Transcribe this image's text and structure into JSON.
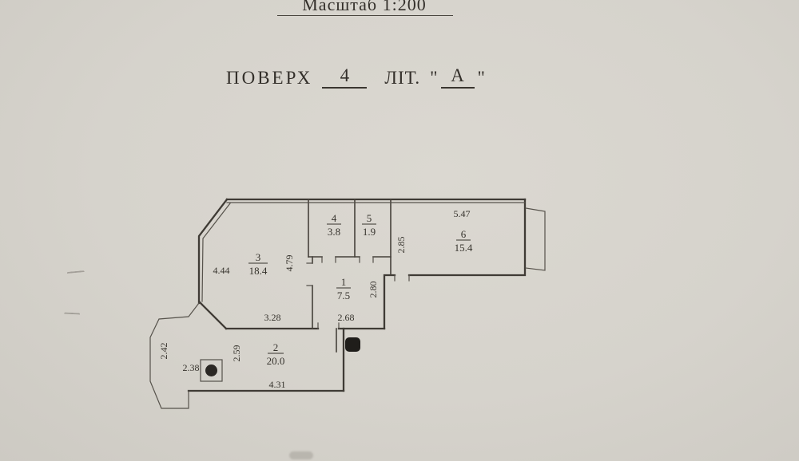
{
  "document": {
    "scale_line": "Масштаб 1:200",
    "floor_label": "ПОВЕРХ",
    "floor_number": "4",
    "letter_label": "ЛІТ.",
    "quote_open": "\"",
    "letter_value": "А",
    "quote_close": "\""
  },
  "plan": {
    "rooms": [
      {
        "number": "1",
        "area": "7.5"
      },
      {
        "number": "2",
        "area": "20.0"
      },
      {
        "number": "3",
        "area": "18.4"
      },
      {
        "number": "4",
        "area": "3.8"
      },
      {
        "number": "5",
        "area": "1.9"
      },
      {
        "number": "6",
        "area": "15.4"
      }
    ],
    "dimensions": {
      "room3_width": "4.44",
      "room3_height": "4.79",
      "room3_bottom": "3.28",
      "room6_width": "5.47",
      "room6_height": "2.85",
      "hall_height": "2.80",
      "hall_bottom": "2.68",
      "room2_left_height": "2.59",
      "bay_height": "2.42",
      "bay_width": "2.38",
      "room2_bottom": "4.31"
    }
  }
}
